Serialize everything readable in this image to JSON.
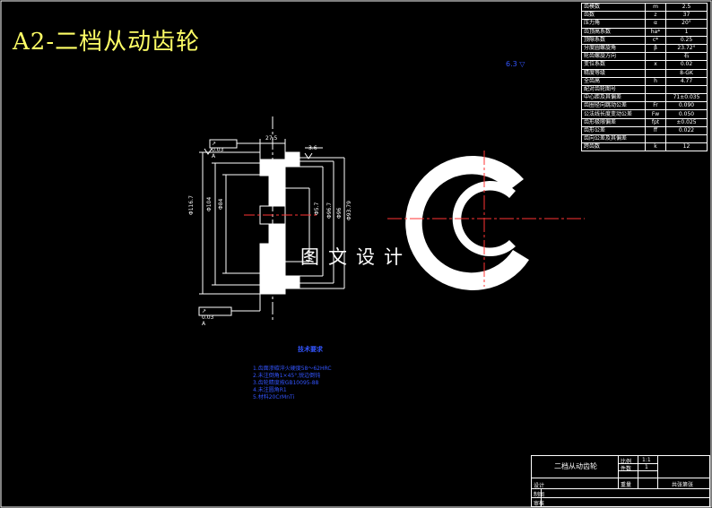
{
  "title": "A2-二档从动齿轮",
  "watermark": "图文设计",
  "roughness_symbol": "6.3 ▽",
  "params": [
    {
      "name": "齿模数",
      "sym": "m",
      "val": "2.5"
    },
    {
      "name": "齿数",
      "sym": "z",
      "val": "37"
    },
    {
      "name": "压力角",
      "sym": "α",
      "val": "20°"
    },
    {
      "name": "齿顶高系数",
      "sym": "ha*",
      "val": "1"
    },
    {
      "name": "顶隙系数",
      "sym": "c*",
      "val": "0.25"
    },
    {
      "name": "分度圆螺旋角",
      "sym": "β",
      "val": "23.72°"
    },
    {
      "name": "轮齿螺旋方向",
      "sym": "",
      "val": "右"
    },
    {
      "name": "变位系数",
      "sym": "x",
      "val": "0.02"
    },
    {
      "name": "精度等级",
      "sym": "",
      "val": "8-GK"
    },
    {
      "name": "全齿高",
      "sym": "h",
      "val": "4.77"
    },
    {
      "name": "配对齿轮图号",
      "sym": "",
      "val": ""
    },
    {
      "name": "中心距及其偏差",
      "sym": "",
      "val": "71±0.035"
    },
    {
      "name": "齿圈径向跳动公差",
      "sym": "Fr",
      "val": "0.090"
    },
    {
      "name": "公法线长度变动公差",
      "sym": "Fw",
      "val": "0.050"
    },
    {
      "name": "齿形极限偏差",
      "sym": "fpt",
      "val": "±0.025"
    },
    {
      "name": "齿形公差",
      "sym": "ff",
      "val": "0.022"
    },
    {
      "name": "齿向公差及其偏差",
      "sym": "",
      "val": ""
    },
    {
      "name": "跨齿数",
      "sym": "k",
      "val": "12"
    }
  ],
  "dims": {
    "top_width": "27.5",
    "top_right": "3.6",
    "left_outer": "Φ116.7",
    "left_mid": "Φ104",
    "left_inner": "Φ84",
    "right_1": "Φ5.7",
    "right_2": "Φ96.7",
    "right_3": "Φ96",
    "right_4": "Φ93.79",
    "tolerance_top": "↗ 0.03 A",
    "tolerance_bottom": "↗ 0.03 A"
  },
  "notes": {
    "heading": "技术要求",
    "items": [
      "1.齿面渗碳淬火硬度58～62HRC",
      "2.未注倒角1×45°,锐边倒钝",
      "3.齿轮精度按GB10095-88",
      "4.未注圆角R1",
      "5.材料20CrMnTi"
    ]
  },
  "titleblock": {
    "name": "二档从动齿轮",
    "scale_label": "比例",
    "scale": "1:1",
    "count_label": "件数",
    "count": "1",
    "weight_label": "重量",
    "school": "共张第张",
    "row1": "设计",
    "row2": "制图",
    "row3": "审核"
  }
}
